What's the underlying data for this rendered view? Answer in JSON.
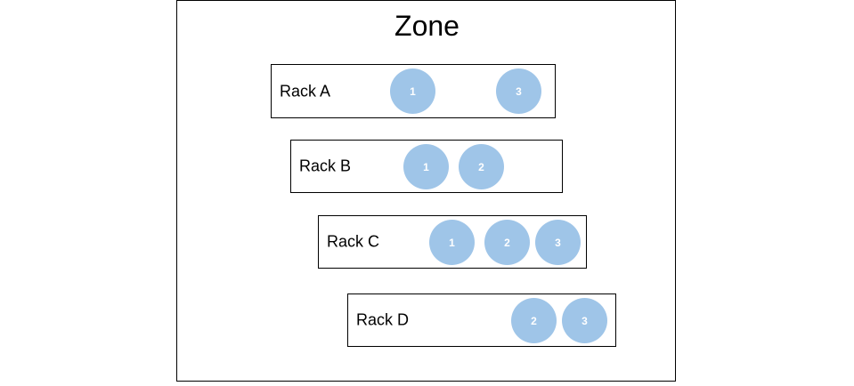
{
  "zone": {
    "title": "Zone"
  },
  "colors": {
    "node_fill": "#9fc5e8",
    "node_text": "#ffffff",
    "border": "#000000"
  },
  "racks": [
    {
      "label": "Rack A",
      "nodes": [
        "1",
        "3"
      ]
    },
    {
      "label": "Rack B",
      "nodes": [
        "1",
        "2"
      ]
    },
    {
      "label": "Rack C",
      "nodes": [
        "1",
        "2",
        "3"
      ]
    },
    {
      "label": "Rack D",
      "nodes": [
        "2",
        "3"
      ]
    }
  ]
}
